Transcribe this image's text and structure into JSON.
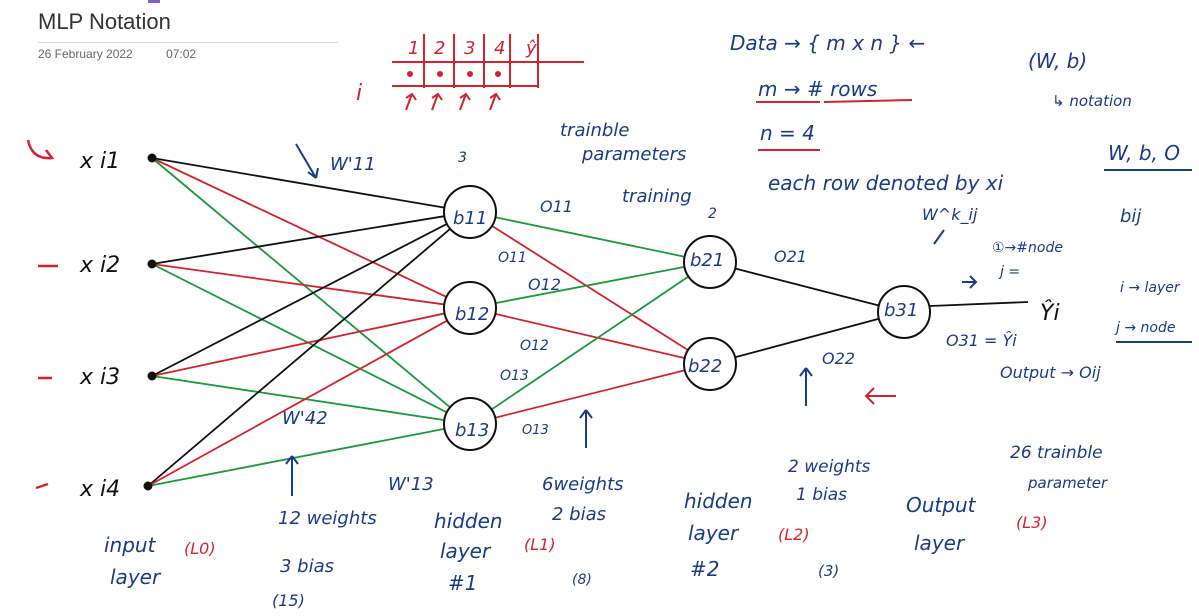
{
  "page": {
    "title": "MLP Notation",
    "date": "26 February 2022",
    "time": "07:02"
  },
  "colors": {
    "blue": "#1a3c86",
    "red": "#d2232e",
    "green": "#1a9a3a",
    "black": "#111111",
    "accent": "#8a5cc7"
  },
  "inputs": [
    "x i1",
    "x i2",
    "x i3",
    "x i4"
  ],
  "hidden1": [
    "b11",
    "b12",
    "b13"
  ],
  "hidden2": [
    "b21",
    "b22"
  ],
  "output": [
    "b31"
  ],
  "annotations": {
    "w111": "W'11",
    "w142": "W'42",
    "w113": "W'13",
    "three": "3",
    "two": "2",
    "trainable": "trainble",
    "parameters": "parameters",
    "training": "training",
    "o11": "O11",
    "o11b": "O11",
    "o12": "O12",
    "o12b": "O12",
    "o13": "O13",
    "o13b": "O13",
    "o21": "O21",
    "o22": "O22",
    "o31": "O31 = Ŷi",
    "yhat": "Ŷi",
    "wijk": "W^k_ij",
    "node": "①→#node",
    "jeq": "j =",
    "bij": "bij",
    "i_layer": "i → layer",
    "j_node": "j → node",
    "output_oij": "Output → Oij"
  },
  "data_block": {
    "data": "Data → { m x n } ←",
    "m": "m → # rows",
    "n": "n = 4",
    "each_row": "each row denoted by xi",
    "wb": "(W, b)",
    "notation": "↳ notation",
    "wbo": "W, b, O"
  },
  "table": {
    "headers": [
      "1",
      "2",
      "3",
      "4",
      "ŷ"
    ],
    "row_label": "i"
  },
  "layers": {
    "input": {
      "line1": "input",
      "line2": "layer",
      "tag": "(L0)"
    },
    "hidden1": {
      "line1": "hidden",
      "line2": "layer",
      "line3": "#1",
      "tag": "(L1)",
      "weights": "12 weights",
      "bias": "3 bias",
      "count": "(15)"
    },
    "hidden2": {
      "line1": "hidden",
      "line2": "layer",
      "line3": "#2",
      "tag": "(L2)",
      "weights": "6weights",
      "bias": "2 bias",
      "count": "(8)"
    },
    "output": {
      "line1": "Output",
      "line2": "layer",
      "tag": "(L3)",
      "weights": "2 weights",
      "bias": "1 bias",
      "count": "(3)"
    },
    "total": {
      "line1": "26 trainble",
      "line2": "parameter"
    }
  }
}
